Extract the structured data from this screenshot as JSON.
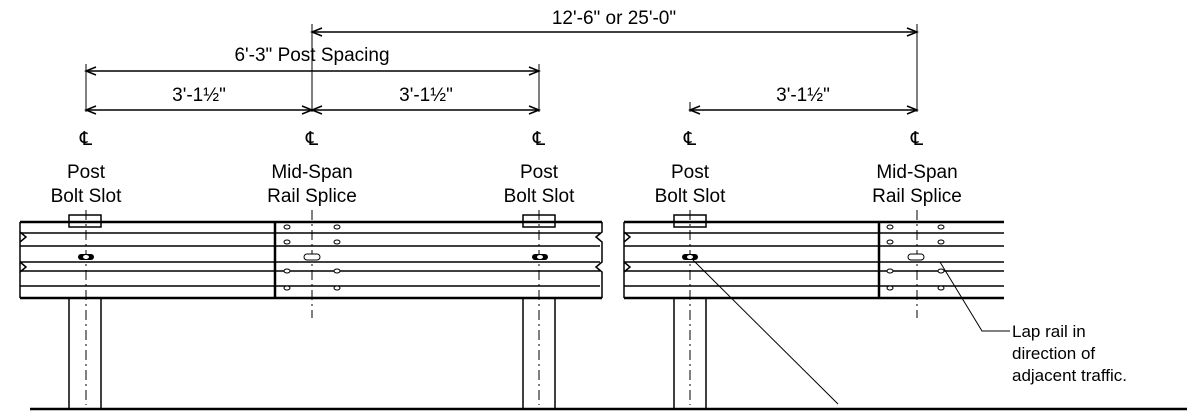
{
  "dimensions": {
    "overall": "12'-6\" or 25'-0\"",
    "post_spacing": "6'-3\" Post Spacing",
    "half_left_a": "3'-1½\"",
    "half_left_b": "3'-1½\"",
    "half_right": "3'-1½\""
  },
  "centerline_symbol": "℄",
  "labels": {
    "post_bolt_slot_1": [
      "Post",
      "Bolt Slot"
    ],
    "mid_span_splice_1": [
      "Mid-Span",
      "Rail Splice"
    ],
    "post_bolt_slot_2": [
      "Post",
      "Bolt Slot"
    ],
    "post_bolt_slot_3": [
      "Post",
      "Bolt Slot"
    ],
    "mid_span_splice_2": [
      "Mid-Span",
      "Rail Splice"
    ]
  },
  "note": [
    "Lap rail in",
    "direction of",
    "adjacent traffic."
  ]
}
